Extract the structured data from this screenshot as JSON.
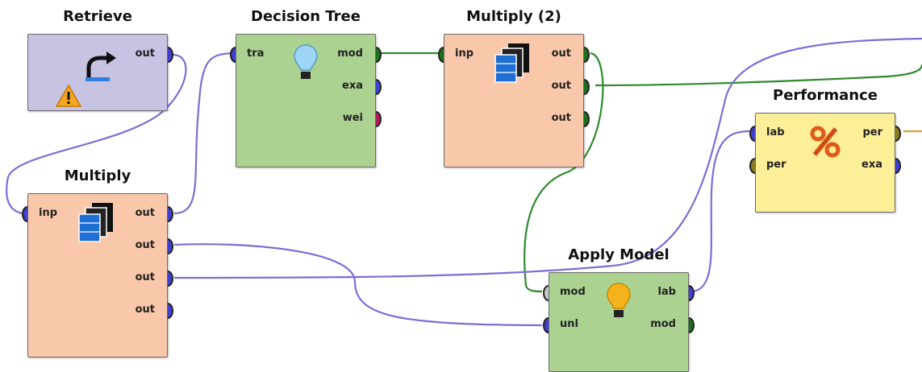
{
  "colors": {
    "retrieve_bg": "#c9c3e3",
    "model_bg": "#acd291",
    "multiply_bg": "#f9c8aa",
    "performance_bg": "#fdee98",
    "wire_example": "#7a6fd6",
    "wire_model": "#2e8a2e",
    "wire_performance": "#d4a23a",
    "port_example": "#3f3fd0",
    "port_model": "#1f6e1f",
    "port_weights": "#b01a5a",
    "port_performance": "#8a7a20",
    "port_unconnected": "#c8c8c8"
  },
  "operators": {
    "retrieve": {
      "title": "Retrieve",
      "icon": "retrieve-arrow-icon",
      "warning_icon": "warning-icon",
      "outputs": [
        "out"
      ]
    },
    "decision_tree": {
      "title": "Decision Tree",
      "icon": "lightbulb-icon",
      "inputs": [
        "tra"
      ],
      "outputs": [
        "mod",
        "exa",
        "wei"
      ]
    },
    "multiply2": {
      "title": "Multiply (2)",
      "icon": "multiply-icon",
      "inputs": [
        "inp"
      ],
      "outputs": [
        "out",
        "out",
        "out"
      ]
    },
    "performance": {
      "title": "Performance",
      "icon": "percent-icon",
      "inputs": [
        "lab",
        "per"
      ],
      "outputs": [
        "per",
        "exa"
      ]
    },
    "multiply": {
      "title": "Multiply",
      "icon": "multiply-icon",
      "inputs": [
        "inp"
      ],
      "outputs": [
        "out",
        "out",
        "out",
        "out"
      ]
    },
    "apply_model": {
      "title": "Apply Model",
      "icon": "lightbulb-icon",
      "inputs": [
        "mod",
        "unl"
      ],
      "outputs": [
        "lab",
        "mod"
      ]
    }
  }
}
